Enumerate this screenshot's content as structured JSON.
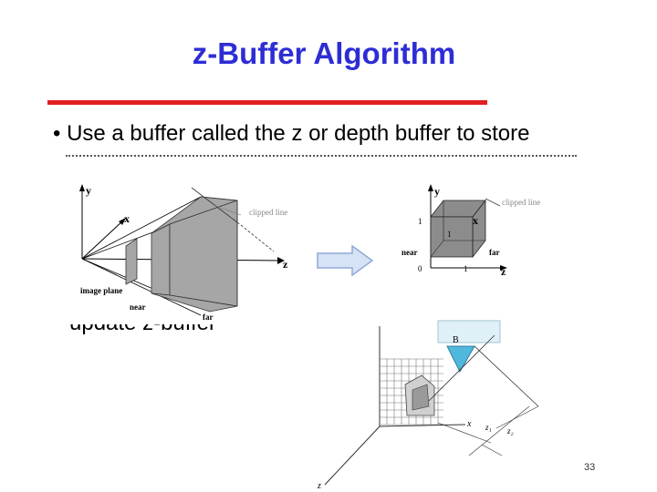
{
  "slide": {
    "title": "z-Buffer Algorithm",
    "bullets": [
      "• Use a buffer called the z or depth buffer to store",
      "update z-buffer"
    ],
    "page_number": "33"
  },
  "figure_left": {
    "labels": {
      "y": "y",
      "x": "x",
      "z": "z",
      "clipped_line": "clipped line",
      "image_plane": "image plane",
      "near": "near",
      "far": "far"
    }
  },
  "figure_right": {
    "labels": {
      "y": "y",
      "x": "x",
      "z": "z",
      "clipped_line": "clipped line",
      "near": "near",
      "far": "far",
      "one_y": "1",
      "one_x": "1",
      "one_z": "1",
      "zero": "0"
    }
  },
  "figure_bottom": {
    "labels": {
      "b": "B",
      "x": "x",
      "z": "z",
      "z1": "z₁",
      "z2": "z₂"
    }
  },
  "colors": {
    "title": "#2d2dd6",
    "rule": "#e02020",
    "frustum_gray": "#a6a6a6",
    "cube_gray": "#8c8c8c",
    "arrow_fill": "#d6e2f5",
    "arrow_stroke": "#8fa8d8",
    "cyan": "#4fb8dc"
  },
  "icons": {
    "transform_arrow": "right-arrow-icon"
  }
}
